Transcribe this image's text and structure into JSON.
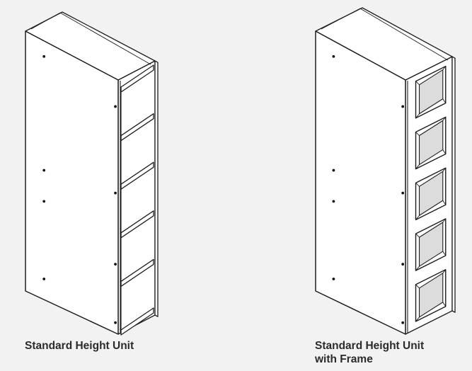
{
  "figures": [
    {
      "caption_lines": [
        "Standard Height Unit"
      ],
      "shelf_count": 5,
      "framed": false
    },
    {
      "caption_lines": [
        "Standard Height Unit",
        "with Frame"
      ],
      "shelf_count": 5,
      "framed": true
    }
  ],
  "colors": {
    "background": "#f2f2f2",
    "panel_fill": "#ffffff",
    "outline": "#1e1e1e",
    "shadow": "#dcdcdc",
    "caption_text": "#2b2b2b",
    "hole": "#111111"
  }
}
